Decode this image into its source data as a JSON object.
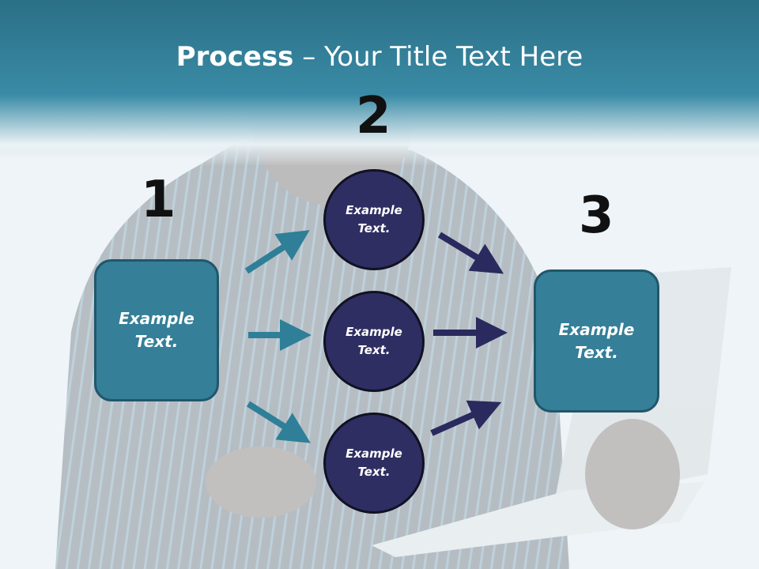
{
  "title": {
    "bold": "Process",
    "rest": " – Your Title Text Here"
  },
  "steps": {
    "one": "1",
    "two": "2",
    "three": "3"
  },
  "left_box": {
    "text": "Example Text."
  },
  "circles": [
    {
      "text": "Example Text."
    },
    {
      "text": "Example Text."
    },
    {
      "text": "Example Text."
    }
  ],
  "right_box": {
    "text": "Example Text."
  },
  "colors": {
    "header": "#2f7f9a",
    "box_fill": "#357f98",
    "circle_fill": "#2f2e63",
    "arrow_teal": "#2f7f98",
    "arrow_navy": "#2a2a5e"
  }
}
